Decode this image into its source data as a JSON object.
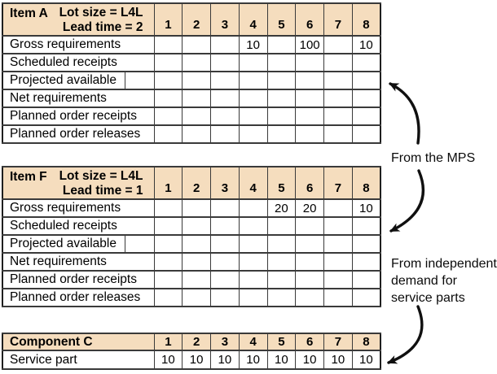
{
  "colors": {
    "header_bg": "#F5DDBE",
    "grid_border": "#3a3a3a",
    "text": "#000000",
    "arrow": "#101010",
    "page_bg": "#FFFFFF"
  },
  "periods": [
    "1",
    "2",
    "3",
    "4",
    "5",
    "6",
    "7",
    "8"
  ],
  "tables": [
    {
      "name": "item-a-table",
      "title": "Item A",
      "info_lines": [
        "Lot size = L4L",
        "Lead time = 2"
      ],
      "rows": [
        {
          "label": "Gross requirements",
          "split": false,
          "values": [
            "",
            "",
            "",
            "10",
            "",
            "100",
            "",
            "10"
          ]
        },
        {
          "label": "Scheduled receipts",
          "split": false,
          "values": [
            "",
            "",
            "",
            "",
            "",
            "",
            "",
            ""
          ]
        },
        {
          "label": "Projected available",
          "split": true,
          "onhand": "",
          "values": [
            "",
            "",
            "",
            "",
            "",
            "",
            "",
            ""
          ]
        },
        {
          "label": "Net requirements",
          "split": false,
          "values": [
            "",
            "",
            "",
            "",
            "",
            "",
            "",
            ""
          ]
        },
        {
          "label": "Planned order receipts",
          "split": false,
          "values": [
            "",
            "",
            "",
            "",
            "",
            "",
            "",
            ""
          ]
        },
        {
          "label": "Planned order releases",
          "split": false,
          "values": [
            "",
            "",
            "",
            "",
            "",
            "",
            "",
            ""
          ]
        }
      ]
    },
    {
      "name": "item-f-table",
      "title": "Item F",
      "info_lines": [
        "Lot size = L4L",
        "Lead time = 1"
      ],
      "rows": [
        {
          "label": "Gross requirements",
          "split": false,
          "values": [
            "",
            "",
            "",
            "",
            "20",
            "20",
            "",
            "10"
          ]
        },
        {
          "label": "Scheduled receipts",
          "split": false,
          "values": [
            "",
            "",
            "",
            "",
            "",
            "",
            "",
            ""
          ]
        },
        {
          "label": "Projected available",
          "split": true,
          "onhand": "",
          "values": [
            "",
            "",
            "",
            "",
            "",
            "",
            "",
            ""
          ]
        },
        {
          "label": "Net requirements",
          "split": false,
          "values": [
            "",
            "",
            "",
            "",
            "",
            "",
            "",
            ""
          ]
        },
        {
          "label": "Planned order receipts",
          "split": false,
          "values": [
            "",
            "",
            "",
            "",
            "",
            "",
            "",
            ""
          ]
        },
        {
          "label": "Planned order releases",
          "split": false,
          "values": [
            "",
            "",
            "",
            "",
            "",
            "",
            "",
            ""
          ]
        }
      ]
    },
    {
      "name": "component-c-table",
      "title": "Component C",
      "info_lines": [],
      "rows": [
        {
          "label": "Service part",
          "split": false,
          "values": [
            "10",
            "10",
            "10",
            "10",
            "10",
            "10",
            "10",
            "10"
          ]
        }
      ]
    }
  ],
  "annotations": {
    "mps": {
      "text": "From the MPS"
    },
    "independent": {
      "text": "From independent\ndemand for\nservice parts"
    }
  }
}
